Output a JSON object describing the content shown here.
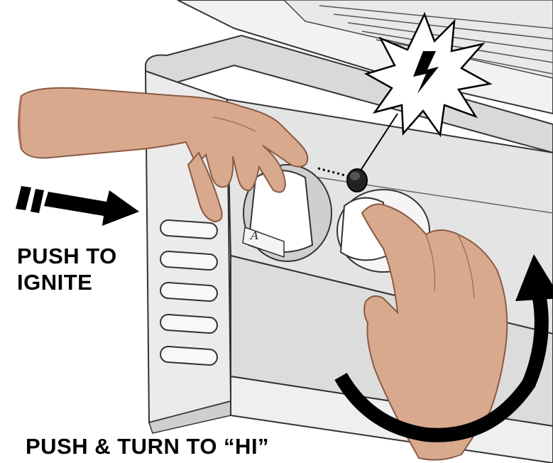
{
  "captions": {
    "push_to_ignite_line1": "PUSH TO",
    "push_to_ignite_line2": "IGNITE",
    "push_and_turn": "PUSH & TURN TO “HI”"
  },
  "icons": {
    "spark": "lightning-bolt-icon",
    "push_direction": "right-arrow-icon",
    "turn_direction": "curved-arrow-icon"
  },
  "colors": {
    "skin": "#d9a98e",
    "skin_shadow": "#a8715a",
    "grill_panel": "#e6e6e6",
    "grill_outline": "#333333",
    "arrow": "#000000"
  }
}
